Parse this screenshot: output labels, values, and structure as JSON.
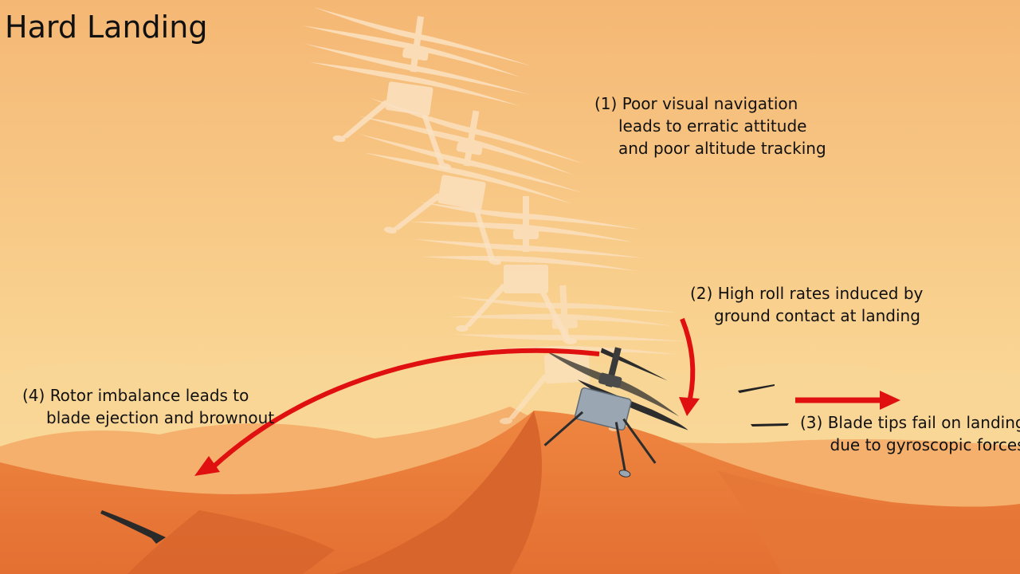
{
  "title": "Hard Landing",
  "annotations": [
    {
      "id": "1",
      "lines": [
        "(1) Poor visual navigation",
        "leads to erratic attitude",
        "and poor altitude tracking"
      ]
    },
    {
      "id": "2",
      "lines": [
        "(2) High roll rates induced by",
        "ground contact at landing"
      ]
    },
    {
      "id": "3",
      "lines": [
        "(3) Blade tips fail on landing",
        "due to gyroscopic forces"
      ]
    },
    {
      "id": "4",
      "lines": [
        "(4) Rotor imbalance leads to",
        "blade ejection and brownout"
      ]
    }
  ],
  "colors": {
    "sky_top": "#f5b774",
    "sky_bottom": "#fbe3a6",
    "dune": "#e9793a",
    "dune_dark": "#d4622a",
    "arrow": "#e01010",
    "ghost": "#fbe2c2",
    "helicopter_body": "#9aa7b3",
    "helicopter_dark": "#2d2d2d"
  }
}
